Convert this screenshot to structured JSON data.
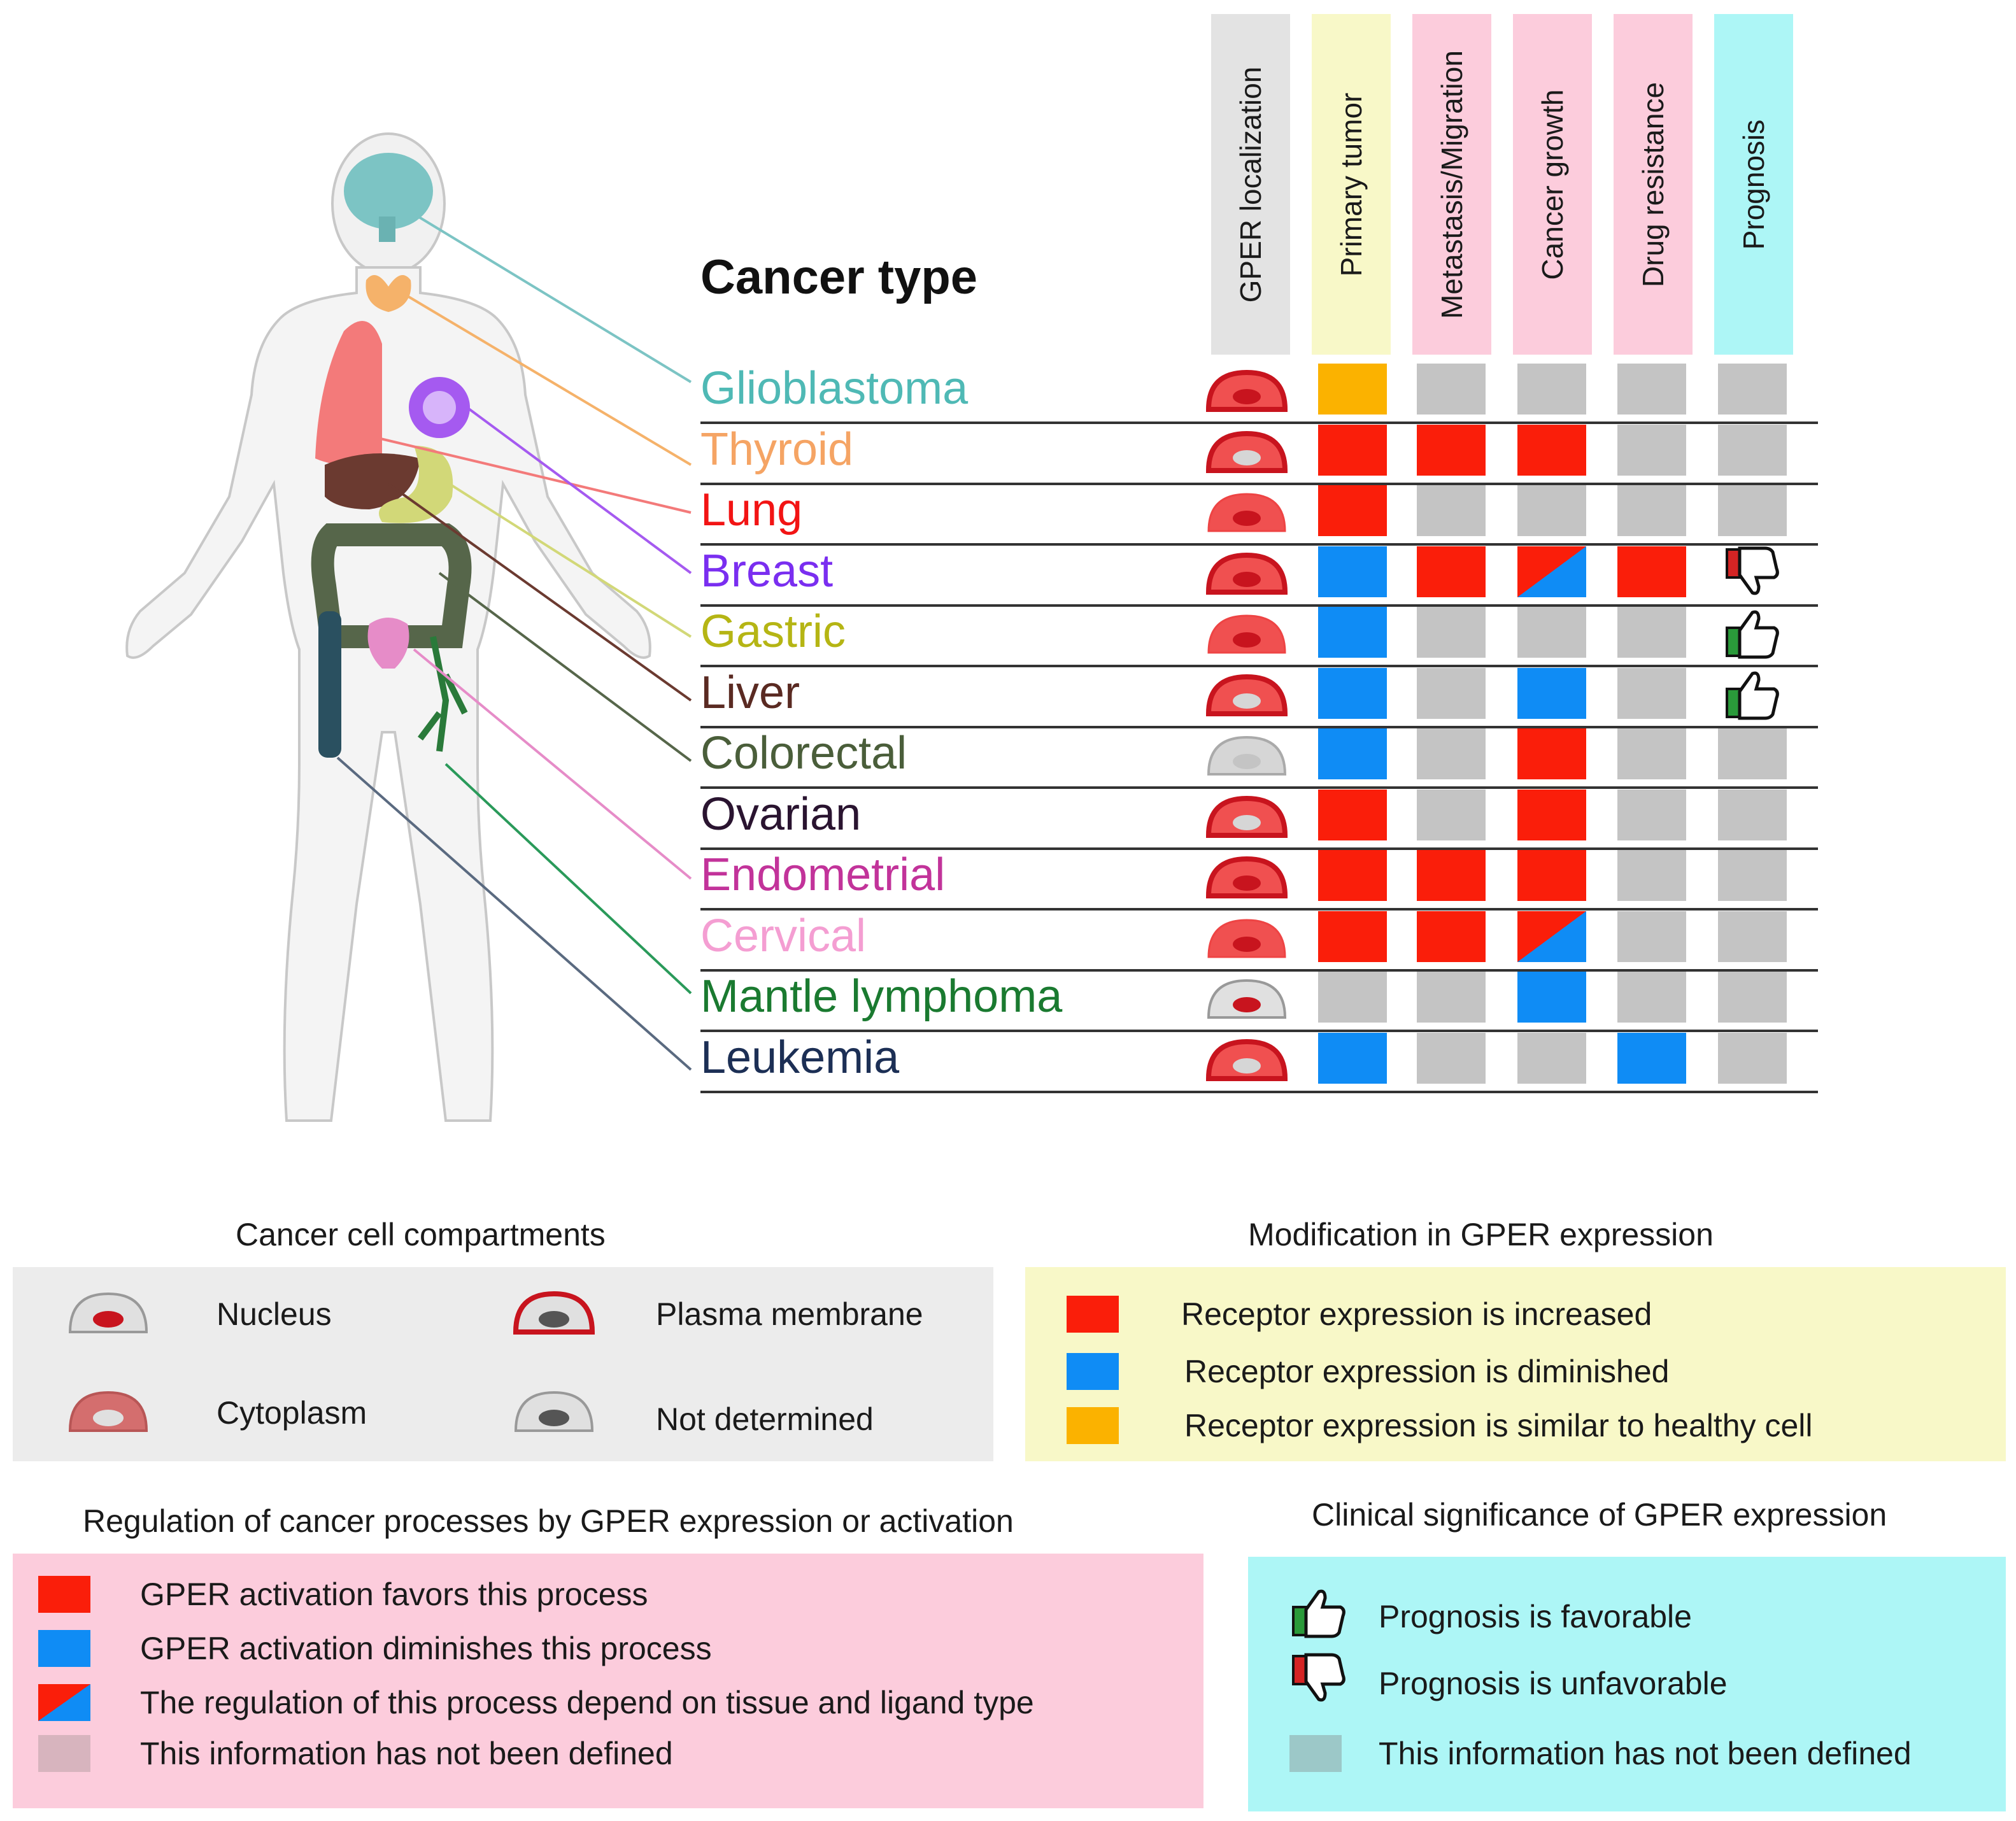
{
  "header": {
    "cancer_type_label": "Cancer type"
  },
  "columns": [
    {
      "label": "GPER localization",
      "bg": "#e3e3e3"
    },
    {
      "label": "Primary tumor",
      "bg": "#f8f8c8"
    },
    {
      "label": "Metastasis/Migration",
      "bg": "#fcccdc"
    },
    {
      "label": "Cancer growth",
      "bg": "#fcccdc"
    },
    {
      "label": "Drug resistance",
      "bg": "#fcccdc"
    },
    {
      "label": "Prognosis",
      "bg": "#adf6f6"
    }
  ],
  "rows": [
    {
      "name": "Glioblastoma",
      "color": "#4fb9b5",
      "localization": "nucleus-cytoplasm-membrane",
      "cells": [
        "similar",
        "undefined",
        "undefined",
        "undefined",
        "undefined"
      ]
    },
    {
      "name": "Thyroid",
      "color": "#f5a464",
      "localization": "plasma-membrane",
      "cells": [
        "increased",
        "favors",
        "favors",
        "undefined",
        "undefined"
      ]
    },
    {
      "name": "Lung",
      "color": "#f21414",
      "localization": "nucleus-cytoplasm",
      "cells": [
        "increased",
        "undefined",
        "undefined",
        "undefined",
        "undefined"
      ]
    },
    {
      "name": "Breast",
      "color": "#7a2ef0",
      "localization": "nucleus-cytoplasm-membrane",
      "cells": [
        "diminished",
        "favors",
        "depends",
        "favors",
        "unfavorable"
      ]
    },
    {
      "name": "Gastric",
      "color": "#b5b514",
      "localization": "nucleus-cytoplasm",
      "cells": [
        "diminished",
        "undefined",
        "undefined",
        "undefined",
        "favorable"
      ]
    },
    {
      "name": "Liver",
      "color": "#5a2a22",
      "localization": "plasma-membrane",
      "cells": [
        "diminished",
        "undefined",
        "diminishes",
        "undefined",
        "favorable"
      ]
    },
    {
      "name": "Colorectal",
      "color": "#4a5e3a",
      "localization": "not-determined",
      "cells": [
        "diminished",
        "undefined",
        "favors",
        "undefined",
        "undefined"
      ]
    },
    {
      "name": "Ovarian",
      "color": "#2a1430",
      "localization": "plasma-membrane",
      "cells": [
        "increased",
        "undefined",
        "favors",
        "undefined",
        "undefined"
      ]
    },
    {
      "name": "Endometrial",
      "color": "#c2339a",
      "localization": "nucleus-cytoplasm-membrane",
      "cells": [
        "increased",
        "favors",
        "favors",
        "undefined",
        "undefined"
      ]
    },
    {
      "name": "Cervical",
      "color": "#f49ed2",
      "localization": "nucleus-cytoplasm",
      "cells": [
        "increased",
        "favors",
        "depends",
        "undefined",
        "undefined"
      ]
    },
    {
      "name": "Mantle lymphoma",
      "color": "#1a7a30",
      "localization": "nucleus",
      "cells": [
        "undefined",
        "undefined",
        "diminishes",
        "undefined",
        "undefined"
      ]
    },
    {
      "name": "Leukemia",
      "color": "#1c2f55",
      "localization": "plasma-membrane",
      "cells": [
        "diminished",
        "undefined",
        "undefined",
        "diminished",
        "undefined"
      ]
    }
  ],
  "legend_compartments": {
    "title": "Cancer cell compartments",
    "items": [
      "Nucleus",
      "Plasma membrane",
      "Cytoplasm",
      "Not determined"
    ]
  },
  "legend_expression": {
    "title": "Modification in GPER expression",
    "items": [
      "Receptor expression is increased",
      "Receptor expression is diminished",
      "Receptor expression is similar to healthy cell"
    ]
  },
  "legend_regulation": {
    "title": "Regulation of cancer processes by GPER expression or activation",
    "items": [
      "GPER activation favors this process",
      "GPER activation diminishes this process",
      "The regulation of this process depend on tissue and ligand type",
      "This information has not been defined"
    ]
  },
  "legend_clinical": {
    "title": "Clinical significance of GPER expression",
    "items": [
      "Prognosis is favorable",
      "Prognosis is unfavorable",
      "This information has not been defined"
    ]
  },
  "colors": {
    "red": "#fa1e0a",
    "blue": "#0f8cf5",
    "orange": "#fbb200",
    "gray": "#c4c4c4",
    "thumb_green": "#2a9a3a",
    "thumb_red": "#d42424"
  }
}
